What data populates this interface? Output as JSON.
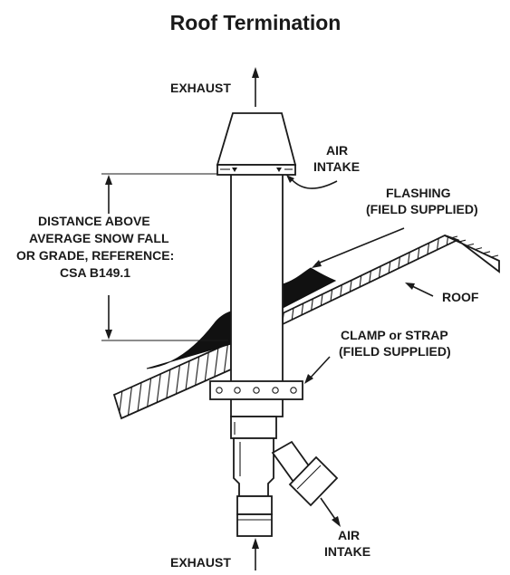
{
  "title": "Roof Termination",
  "labels": {
    "exhaust_top": "EXHAUST",
    "air_intake_top_1": "AIR",
    "air_intake_top_2": "INTAKE",
    "flashing_1": "FLASHING",
    "flashing_2": "(FIELD SUPPLIED)",
    "distance_1": "DISTANCE ABOVE",
    "distance_2": "AVERAGE  SNOW FALL",
    "distance_3": "OR GRADE, REFERENCE:",
    "distance_4": "CSA B149.1",
    "roof": "ROOF",
    "clamp_1": "CLAMP or STRAP",
    "clamp_2": "(FIELD SUPPLIED)",
    "air_intake_bottom_1": "AIR",
    "air_intake_bottom_2": "INTAKE",
    "exhaust_bottom": "EXHAUST"
  },
  "colors": {
    "ink": "#1a1a1a",
    "background": "#ffffff"
  }
}
